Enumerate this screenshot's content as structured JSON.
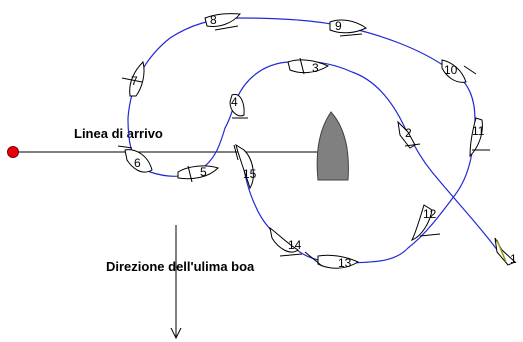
{
  "labels": {
    "finish_line": "Linea di arrivo",
    "last_mark_direction": "Direzione dell'ulima boa"
  },
  "boats": [
    "1",
    "2",
    "3",
    "4",
    "5",
    "6",
    "7",
    "8",
    "9",
    "10",
    "11",
    "12",
    "13",
    "14",
    "15"
  ],
  "colors": {
    "track": "#1f2bd6",
    "finish_dot": "#e8000b",
    "committee_boat": "#808080",
    "hull_fill": "#ffffff",
    "outline": "#000000",
    "boat1_accent": "#9a9a1a"
  }
}
